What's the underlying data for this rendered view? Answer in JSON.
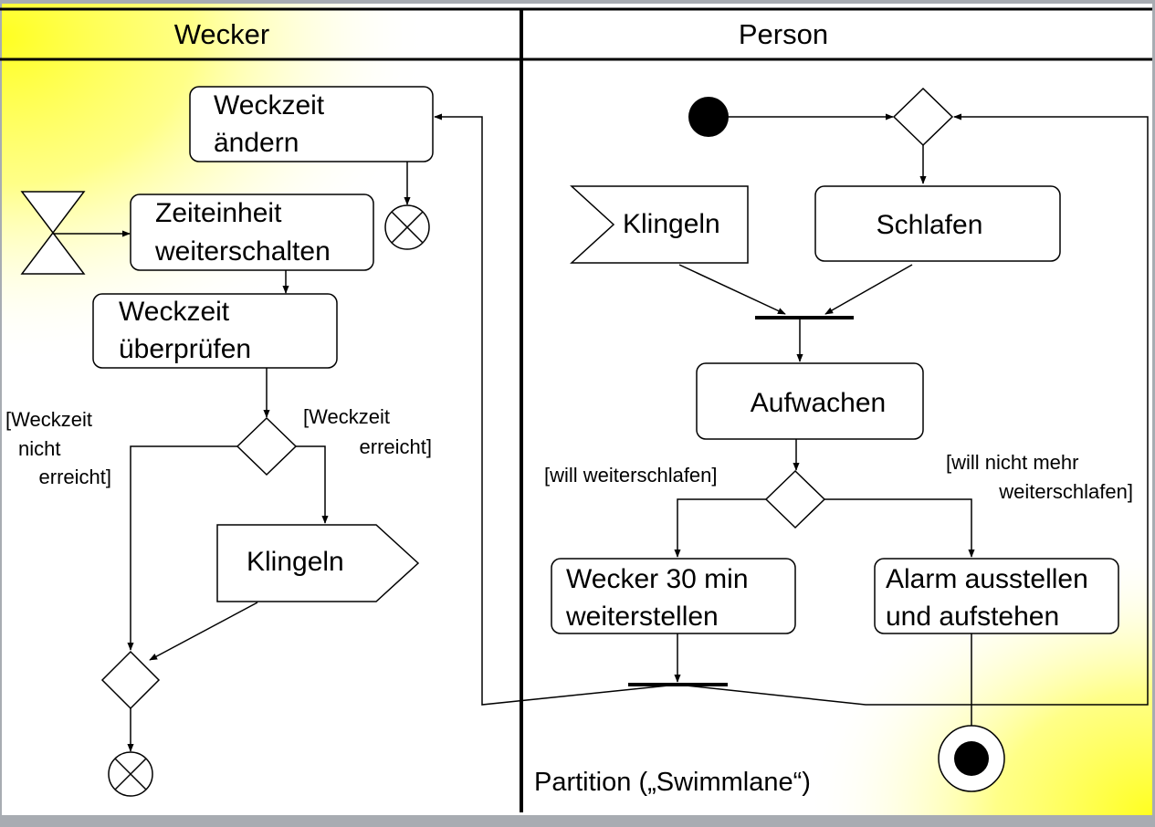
{
  "diagram": {
    "lanes": [
      {
        "name": "Wecker"
      },
      {
        "name": "Person"
      }
    ],
    "wecker": {
      "weckzeit_aendern": [
        "Weckzeit",
        "ändern"
      ],
      "zeiteinheit": [
        "Zeiteinheit",
        "weiterschalten"
      ],
      "weckzeit_pruefen": [
        "Weckzeit",
        "überprüfen"
      ],
      "guard_nicht_erreicht": [
        "[Weckzeit",
        "nicht",
        "erreicht]"
      ],
      "guard_erreicht": [
        "[Weckzeit",
        "erreicht]"
      ],
      "klingeln_send": "Klingeln"
    },
    "person": {
      "klingeln_receive": "Klingeln",
      "schlafen": "Schlafen",
      "aufwachen": "Aufwachen",
      "guard_weiterschlafen": "[will weiterschlafen]",
      "guard_nicht_mehr": [
        "[will nicht mehr",
        "weiterschlafen]"
      ],
      "wecker_30": [
        "Wecker 30 min",
        "weiterstellen"
      ],
      "alarm": [
        "Alarm ausstellen",
        "und aufstehen"
      ]
    },
    "caption": "Partition („Swimmlane“)"
  },
  "colors": {
    "highlight": "#ffff40",
    "background": "#ffffff",
    "frame": "#a8acb2"
  }
}
